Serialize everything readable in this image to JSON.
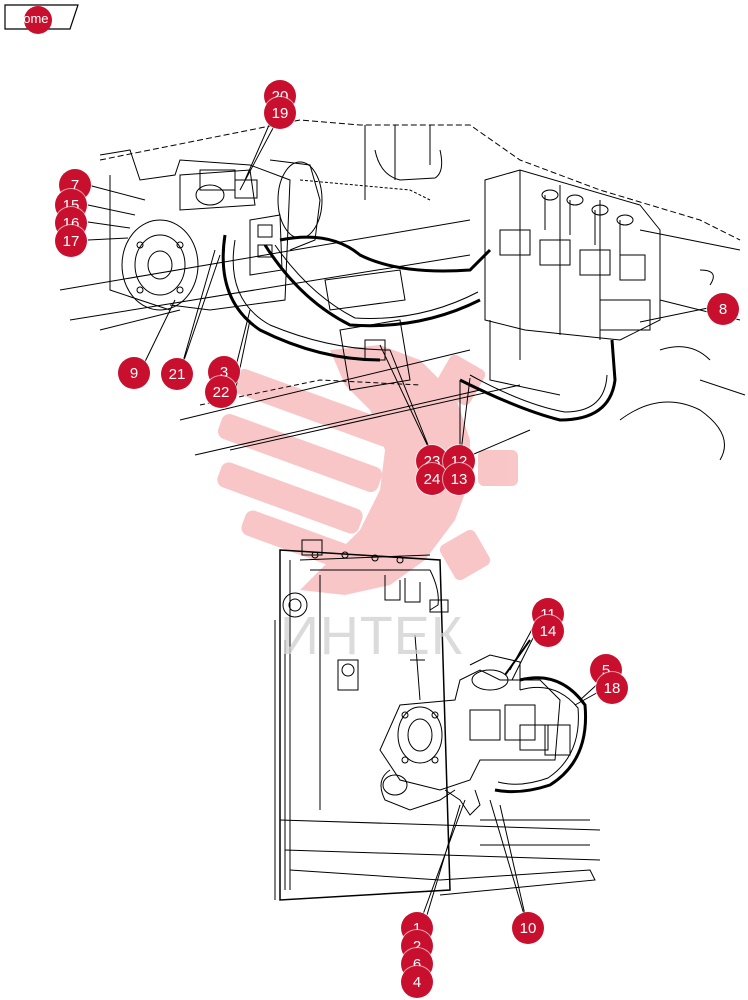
{
  "nav": {
    "home_label": "home"
  },
  "watermark": {
    "text": "ИНТЕК"
  },
  "colors": {
    "callout": "#c8102e",
    "watermark": "#e8353a",
    "line": "#000000"
  },
  "callouts": {
    "c20": "20",
    "c19": "19",
    "c7": "7",
    "c15": "15",
    "c16": "16",
    "c17": "17",
    "c8": "8",
    "c9": "9",
    "c21": "21",
    "c3": "3",
    "c22": "22",
    "c23": "23",
    "c12": "12",
    "c24": "24",
    "c13": "13",
    "c11": "11",
    "c14": "14",
    "c5": "5",
    "c18": "18",
    "c1": "1",
    "c2": "2",
    "c6": "6",
    "c4": "4",
    "c10": "10"
  }
}
